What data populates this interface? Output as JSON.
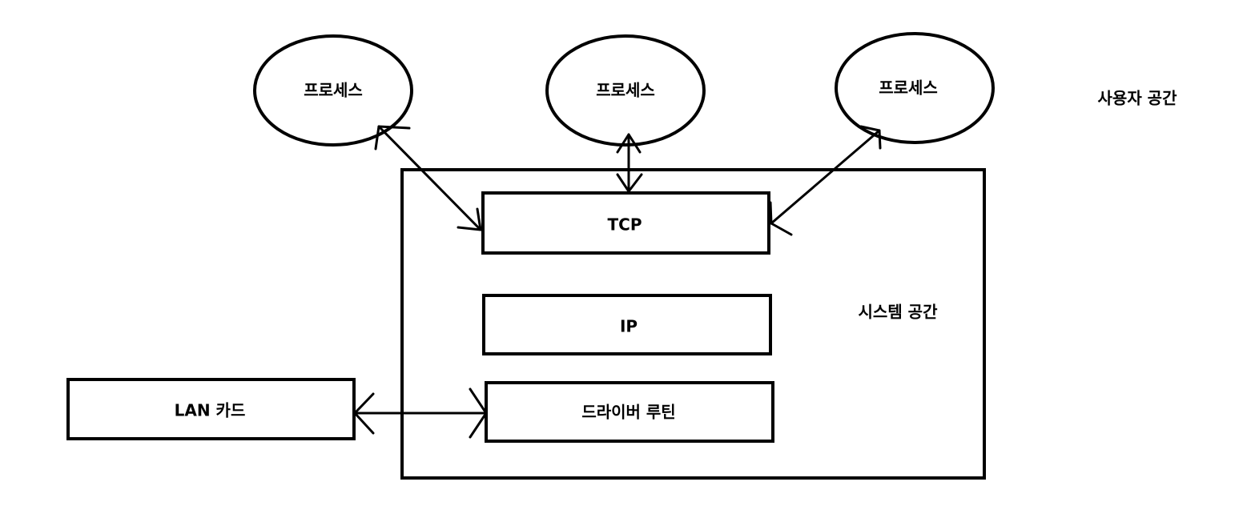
{
  "labels": {
    "user_space": "사용자 공간",
    "system_space": "시스템 공간"
  },
  "processes": [
    {
      "label": "프로세스"
    },
    {
      "label": "프로세스"
    },
    {
      "label": "프로세스"
    }
  ],
  "layers": {
    "tcp": "TCP",
    "ip": "IP",
    "driver": "드라이버 루틴"
  },
  "lan_card": "LAN 카드",
  "colors": {
    "stroke": "#000000",
    "background": "#ffffff"
  }
}
